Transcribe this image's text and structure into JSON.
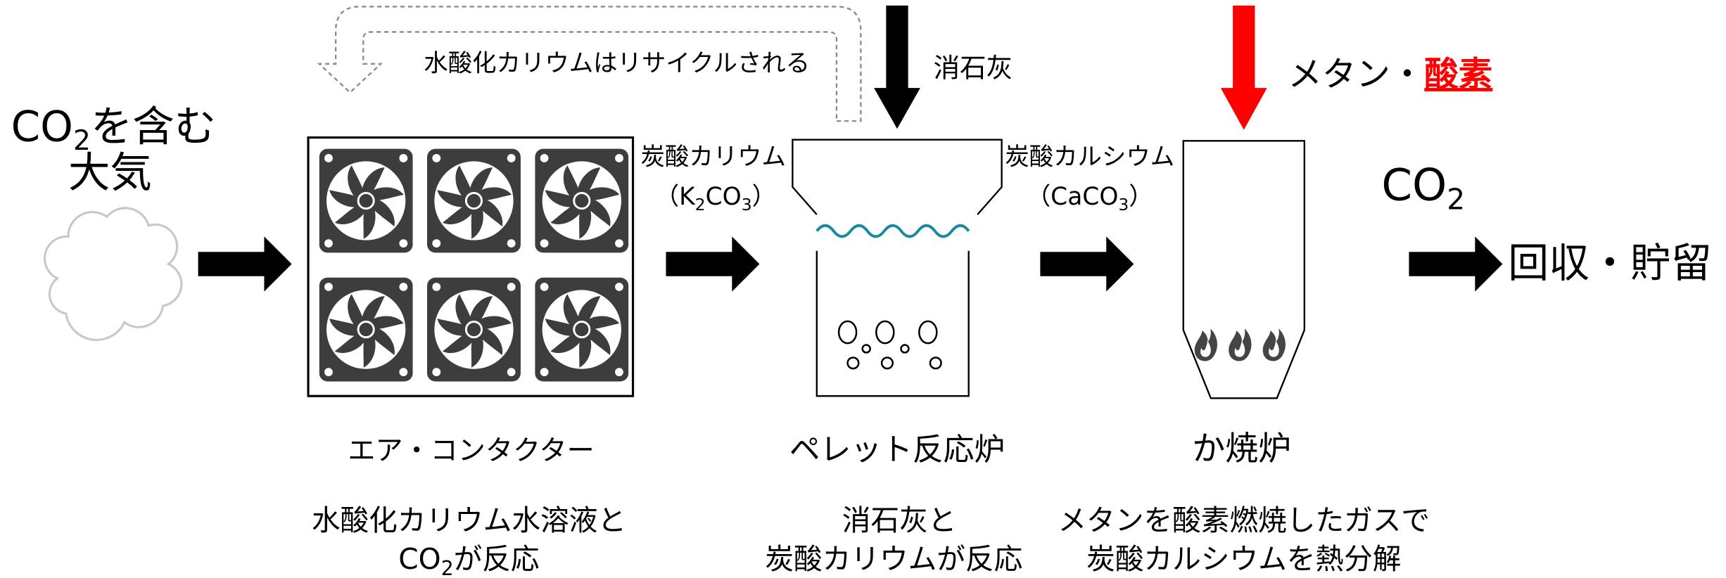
{
  "colors": {
    "text": "#000000",
    "arrow": "#000000",
    "fuel_arrow": "#ff0000",
    "highlight": "#ff0000",
    "recycle_arrow": "#8c8c8c",
    "fan": "#3d3d3d",
    "flame": "#454545",
    "solution_wave": "#1a8aa0",
    "cloud_outline": "#c8c8c8"
  },
  "source": {
    "line1": {
      "pre": "CO",
      "sub": "2",
      "post": "を含む"
    },
    "line2": "大気",
    "icon": "cloud-icon"
  },
  "recycle_note": "水酸化カリウムはリサイクルされる",
  "inputs": {
    "slaked_lime": "消石灰",
    "fuel": {
      "pre": "メタン・",
      "highlight": "酸素"
    }
  },
  "intermediates": {
    "potassium_carbonate": {
      "name": "炭酸カリウム",
      "formula": {
        "open": "（K",
        "sub1": "2",
        "mid": "CO",
        "sub2": "3",
        "close": "）"
      }
    },
    "calcium_carbonate": {
      "name": "炭酸カルシウム",
      "formula": {
        "open": "（CaCO",
        "sub": "3",
        "close": "）"
      }
    }
  },
  "output": {
    "gas": {
      "pre": "CO",
      "sub": "2"
    },
    "destination": "回収・貯留"
  },
  "units": {
    "air_contactor": {
      "name": "エア・コンタクター",
      "desc_line1": "水酸化カリウム水溶液と",
      "desc_line2": {
        "pre": "CO",
        "sub": "2",
        "post": "が反応"
      },
      "icon": "fan-icon"
    },
    "pellet_reactor": {
      "name": "ペレット反応炉",
      "desc_line1": "消石灰と",
      "desc_line2": "炭酸カリウムが反応"
    },
    "calciner": {
      "name": "か焼炉",
      "desc_line1": "メタンを酸素燃焼したガスで",
      "desc_line2": "炭酸カルシウムを熱分解",
      "icon": "flame-icon"
    }
  }
}
